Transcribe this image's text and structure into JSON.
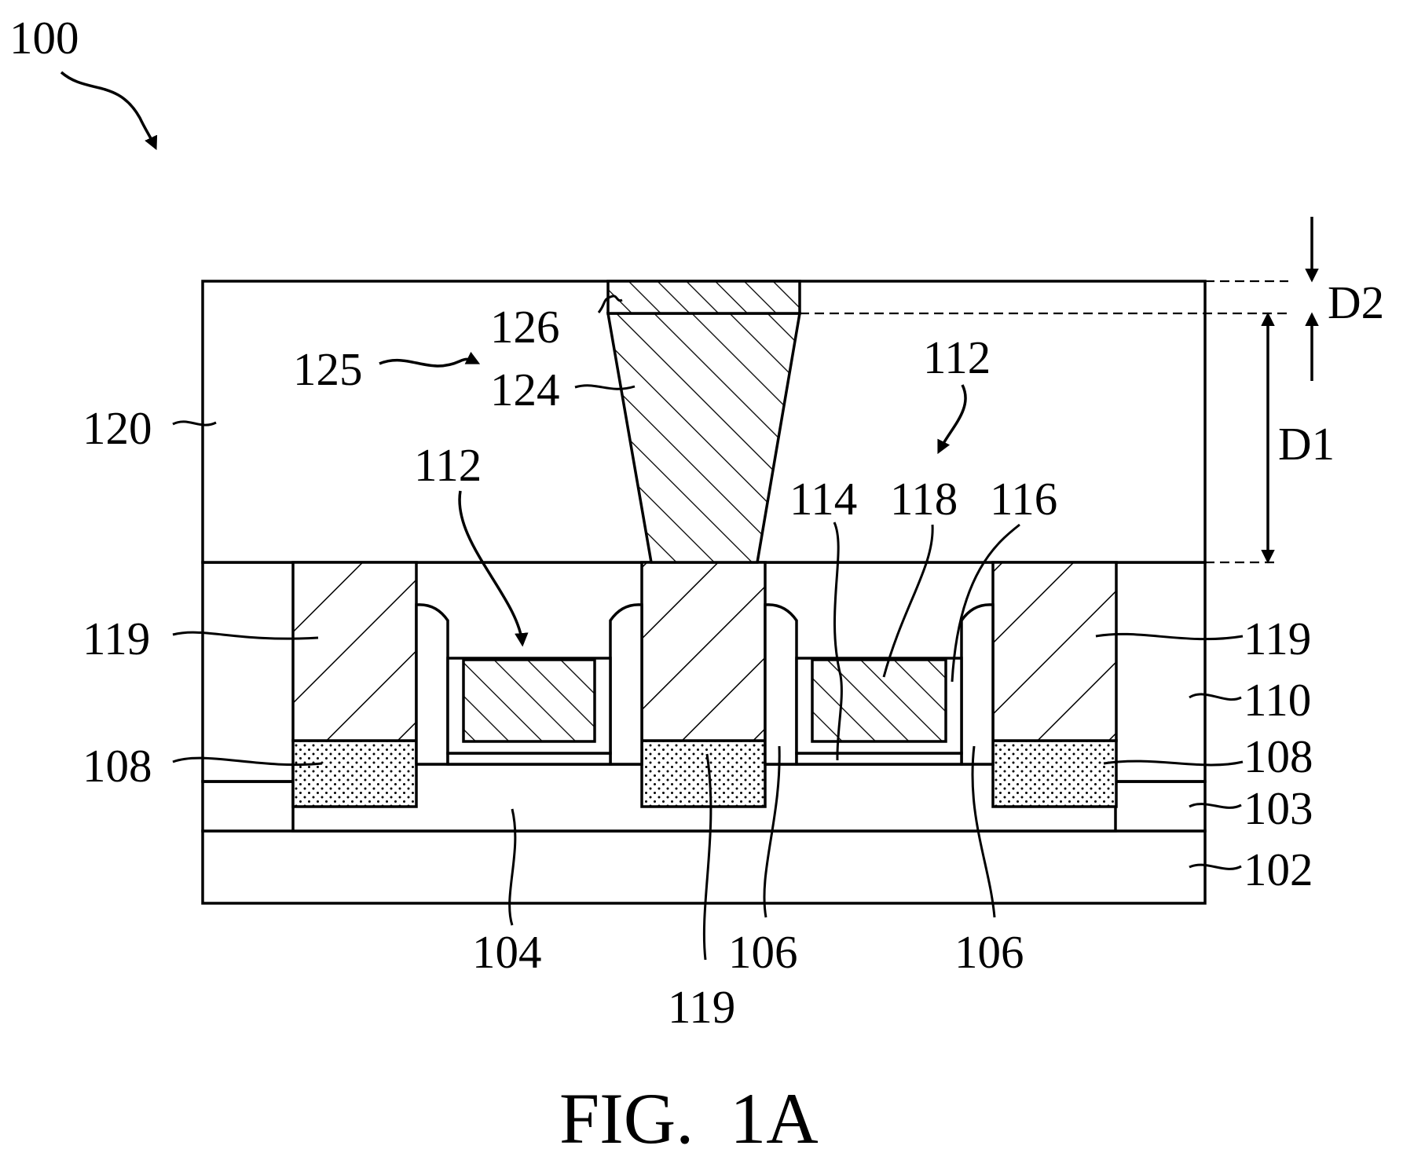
{
  "figure": {
    "ref_label": "100",
    "caption": "FIG.  1A",
    "dimensions": {
      "d1": "D1",
      "d2": "D2"
    },
    "labels": {
      "l126": "126",
      "l125": "125",
      "l124": "124",
      "l120": "120",
      "l112_right": "112",
      "l112_left": "112",
      "l114": "114",
      "l118": "118",
      "l116": "116",
      "l119_left": "119",
      "l119_right": "119",
      "l119_bottom": "119",
      "l110": "110",
      "l108_left": "108",
      "l108_right": "108",
      "l103": "103",
      "l102": "102",
      "l104": "104",
      "l106_mid": "106",
      "l106_right": "106"
    }
  }
}
